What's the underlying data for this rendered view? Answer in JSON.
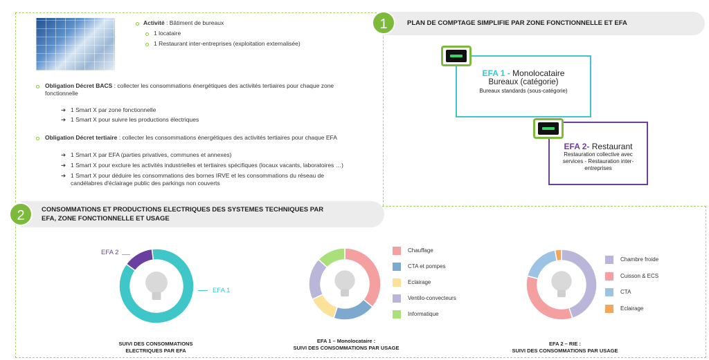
{
  "top_left": {
    "activite_label": "Activité",
    "activite_value": " : Bâtiment de bureaux",
    "sub_items": [
      "1 locataire",
      "1 Restaurant inter-entreprises (exploitation externalisée)"
    ],
    "bacs_label": "Obligation Décret BACS",
    "bacs_text_1": " : collecter les consommations énergétiques des activités tertiaires pour chaque zone",
    "bacs_text_2": "fonctionnelle",
    "bacs_items": [
      "1 Smart X par zone fonctionnelle",
      "1 Smart X pour suivre les productions électriques"
    ],
    "tertiaire_label": "Obligation Décret tertiaire",
    "tertiaire_text": " : collecter les consommations énergétiques des activités tertiaires pour chaque EFA",
    "tertiaire_items": [
      "1 Smart X par EFA (parties privatives, communes et annexes)",
      "1 Smart X pour exclure les activités industrielles et tertiaires spécifiques (locaux vacants, laboratoires …)",
      "1 Smart X pour déduire les consommations des bornes IRVE et les consommations du réseau de"
    ],
    "tertiaire_item_3_line2": "candélabres d'éclairage public des parkings non couverts"
  },
  "section1": {
    "number": "1",
    "title": "PLAN DE COMPTAGE SIMPLIFIE PAR ZONE FONCTIONNELLE ET EFA"
  },
  "efa1": {
    "title_prefix": "EFA 1 - ",
    "title_suffix": "Monolocataire",
    "line2": "Bureaux (catégorie)",
    "line3": "Bureaux standards (sous-catégorie)"
  },
  "efa2": {
    "title_prefix": "EFA 2- ",
    "title_suffix": "Restaurant",
    "line2": "Restauration collective avec",
    "line3": "services - Restauration inter-",
    "line4": "entreprises"
  },
  "section2": {
    "number": "2",
    "title_line1": "CONSOMMATIONS ET PRODUCTIONS ELECTRIQUES DES SYSTEMES TECHNIQUES PAR",
    "title_line2": "EFA, ZONE FONCTIONNELLE ET USAGE"
  },
  "colors": {
    "accent_green": "#7db93a",
    "efa1_teal": "#3ec6c8",
    "efa2_purple": "#6b3fa0"
  },
  "donut1": {
    "label_efa2": "EFA 2",
    "label_efa1": "EFA 1",
    "caption_line1": "SUIVI DES CONSOMMATIONS",
    "caption_line2": "ELECTRIQUES PAR EFA",
    "segments": [
      {
        "name": "EFA 1",
        "value": 0.87,
        "color": "#3ec6c8"
      },
      {
        "name": "EFA 2",
        "value": 0.13,
        "color": "#6b3fa0"
      }
    ]
  },
  "donut2": {
    "caption_line1": "EFA 1 – Monolocataire :",
    "caption_line2": "SUIVI DES CONSOMMATIONS PAR USAGE",
    "legend": [
      "Chauffage",
      "CTA et pompes",
      "Eclairage",
      "Ventilo-convecteurs",
      "Informatique"
    ],
    "segments": [
      {
        "name": "Chauffage",
        "value": 0.36,
        "color": "#f4a0a0"
      },
      {
        "name": "CTA et pompes",
        "value": 0.19,
        "color": "#7da9cf"
      },
      {
        "name": "Eclairage",
        "value": 0.13,
        "color": "#fbe19a"
      },
      {
        "name": "Ventilo-convecteurs",
        "value": 0.19,
        "color": "#b9b6d9"
      },
      {
        "name": "Informatique",
        "value": 0.13,
        "color": "#a9e07a"
      }
    ]
  },
  "donut3": {
    "caption_line1": "EFA 2 – RIE :",
    "caption_line2": "SUIVI DES CONSOMMATIONS PAR USAGE",
    "legend": [
      "Chambre froide",
      "Cuisson & ECS",
      "CTA",
      "Eclairage"
    ],
    "segments": [
      {
        "name": "Chambre froide",
        "value": 0.45,
        "color": "#b9b6d9"
      },
      {
        "name": "Cuisson & ECS",
        "value": 0.34,
        "color": "#f4a0a0"
      },
      {
        "name": "CTA",
        "value": 0.18,
        "color": "#9cc3e3"
      },
      {
        "name": "Eclairage",
        "value": 0.03,
        "color": "#f5a55a"
      }
    ]
  }
}
